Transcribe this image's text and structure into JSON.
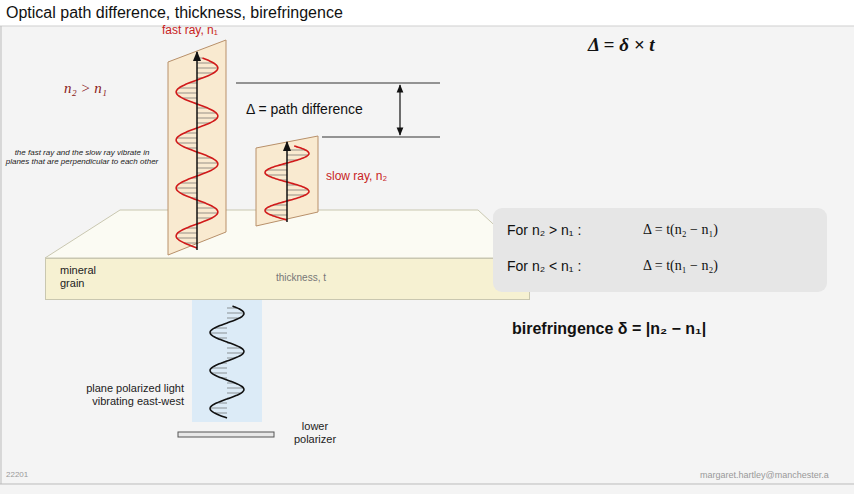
{
  "diagram": {
    "title": "Optical path difference, thickness, birefringence",
    "nodes": [
      {
        "text": [
          "mineral grain",
          "thickness, t"
        ]
      },
      {
        "text": [
          "For n₂ > n₁ :",
          "Δ = t(n₂ − n₁)",
          "For n₂ < n₁ :",
          "Δ = t(n₁ − n₂)"
        ]
      }
    ],
    "labels": [
      "fast ray, n₁",
      "n₂ > n₁",
      "Δ = path difference",
      "the fast ray and the slow ray vibrate in planes that are perpendicular to each other",
      "slow ray, n₂",
      "plane polarized light vibrating east-west",
      "lower polarizer",
      "Δ = δ × t",
      "birefringence δ = |n₂ − n₁|",
      "22201",
      "margaret.hartley@manchester.a"
    ]
  }
}
